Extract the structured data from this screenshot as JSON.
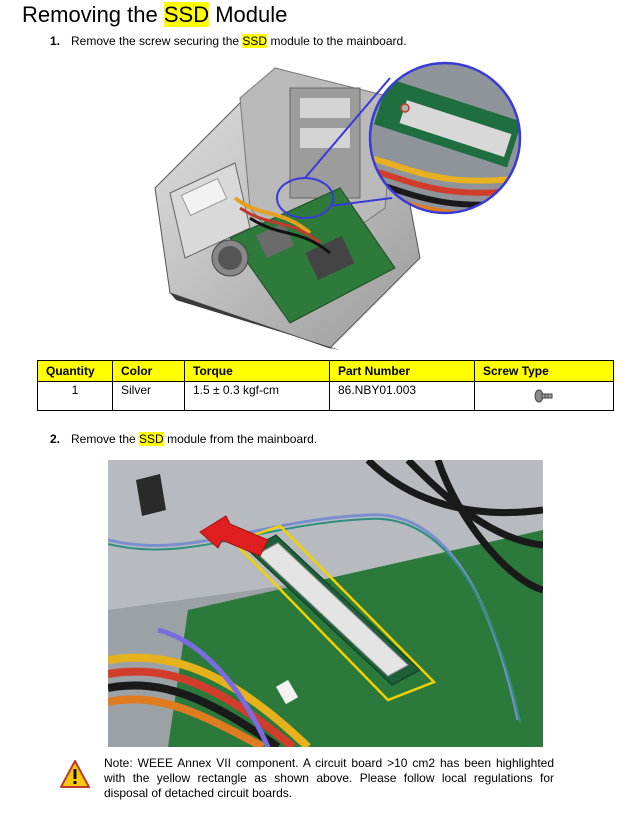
{
  "heading": {
    "before": "Removing the ",
    "highlight": "SSD",
    "after": " Module"
  },
  "step1": {
    "number": "1.",
    "before": "Remove the screw securing the ",
    "highlight": "SSD",
    "after": " module to the mainboard."
  },
  "spec_table": {
    "headers": [
      "Quantity",
      "Color",
      "Torque",
      "Part Number",
      "Screw Type"
    ],
    "row": {
      "quantity": "1",
      "color": "Silver",
      "torque": "1.5 ± 0.3 kgf-cm",
      "part_number": "86.NBY01.003",
      "screw_icon": "screw-icon"
    }
  },
  "step2": {
    "number": "2.",
    "before": "Remove the ",
    "highlight": "SSD",
    "after": " module from the mainboard."
  },
  "note": {
    "icon": "warning-icon",
    "text": "Note: WEEE Annex VII component. A circuit board >10 cm2 has been highlighted with the yellow rectangle as shown above. Please follow local regulations for disposal of detached circuit boards."
  },
  "colors": {
    "highlight": "#ffff00",
    "table_header": "#ffff00",
    "callout_circle": "#3a3ad8",
    "arrow": "#e02020",
    "pcb_outline": "#f0d000"
  }
}
